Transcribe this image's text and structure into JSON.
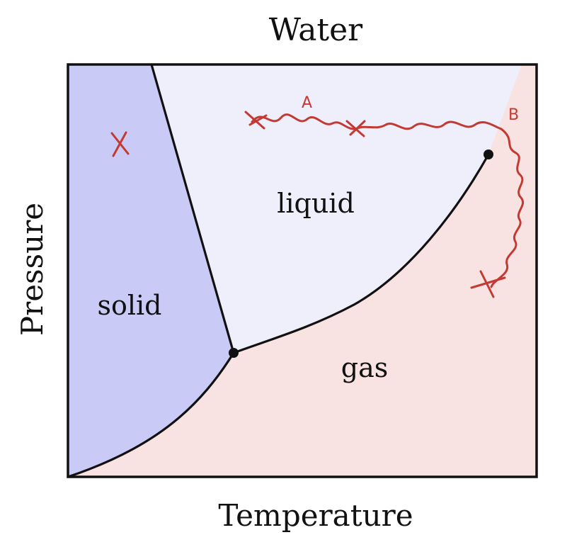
{
  "title": "Water",
  "axes": {
    "x_label": "Temperature",
    "y_label": "Pressure"
  },
  "regions": {
    "solid": {
      "label": "solid",
      "color": "#c9caf5"
    },
    "liquid": {
      "label": "liquid",
      "color": "#efeffc"
    },
    "gas": {
      "label": "gas",
      "color": "#f9e2e2"
    }
  },
  "annotations": {
    "path_a_label": "A",
    "path_b_label": "B",
    "mark_color": "#c23a33"
  },
  "points": {
    "triple_point": "triple-point",
    "critical_point": "critical-point"
  }
}
